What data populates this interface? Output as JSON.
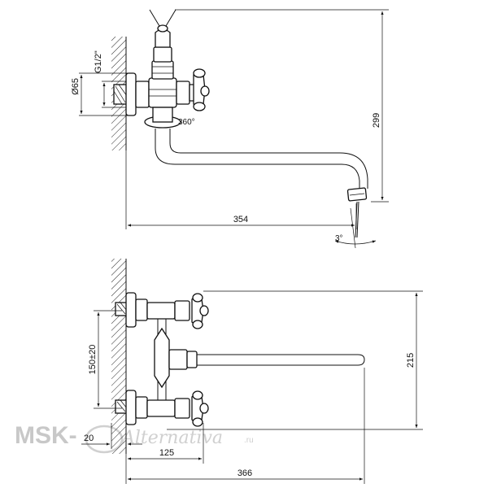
{
  "drawing": {
    "watermark": {
      "brand": "MSK-",
      "script": "Alternativa",
      "suffix": ".ru"
    },
    "side_view": {
      "dim_diameter": "Ø65",
      "dim_thread": "G1/2\"",
      "dim_rotation": "360°",
      "dim_height": "299",
      "dim_length": "354",
      "dim_angle": "3°"
    },
    "top_view": {
      "dim_spacing": "150±20",
      "dim_wall": "20",
      "dim_offset": "125",
      "dim_depth": "215",
      "dim_total": "366"
    }
  }
}
